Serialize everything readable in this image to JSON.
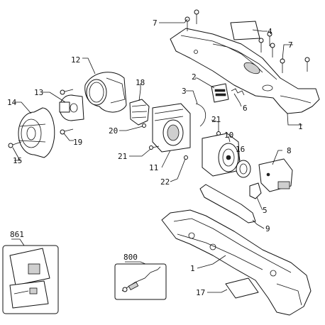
{
  "labels": {
    "p1": "1",
    "p2": "2",
    "p3": "3",
    "p4": "4",
    "p5": "5",
    "p6": "6",
    "p7": "7",
    "p8": "8",
    "p9": "9",
    "p10": "10",
    "p11": "11",
    "p12": "12",
    "p13": "13",
    "p14": "14",
    "p15": "15",
    "p16": "16",
    "p17": "17",
    "p18": "18",
    "p19": "19",
    "p20": "20",
    "p21": "21",
    "p22": "22",
    "p800": "800",
    "p861": "861"
  }
}
